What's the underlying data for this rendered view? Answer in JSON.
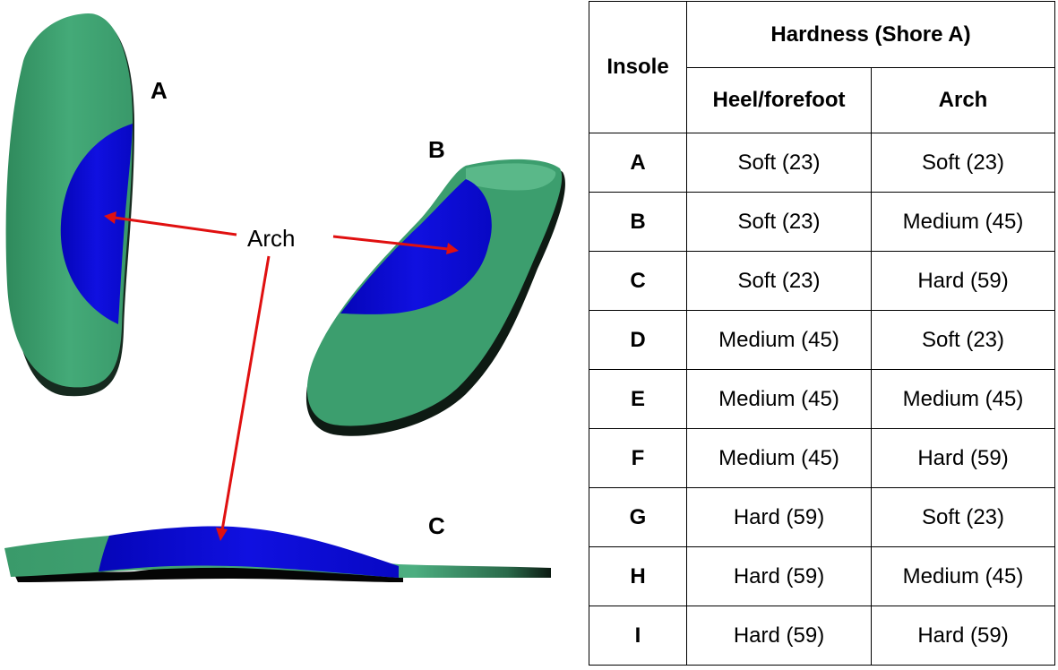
{
  "figure": {
    "insole_labels": [
      "A",
      "B",
      "C"
    ],
    "arch_label": "Arch"
  },
  "colors": {
    "base_green": "#3fa070",
    "arch_blue": "#0a0ad4",
    "arrow_red": "#e01010",
    "shadow": "#1a2a20"
  },
  "table": {
    "header_insole": "Insole",
    "header_hardness": "Hardness (Shore A)",
    "header_heel": "Heel/forefoot",
    "header_arch": "Arch",
    "rows": [
      {
        "insole": "A",
        "heel": "Soft (23)",
        "arch": "Soft (23)"
      },
      {
        "insole": "B",
        "heel": "Soft (23)",
        "arch": "Medium (45)"
      },
      {
        "insole": "C",
        "heel": "Soft (23)",
        "arch": "Hard (59)"
      },
      {
        "insole": "D",
        "heel": "Medium (45)",
        "arch": "Soft (23)"
      },
      {
        "insole": "E",
        "heel": "Medium (45)",
        "arch": "Medium (45)"
      },
      {
        "insole": "F",
        "heel": "Medium (45)",
        "arch": "Hard (59)"
      },
      {
        "insole": "G",
        "heel": "Hard (59)",
        "arch": "Soft (23)"
      },
      {
        "insole": "H",
        "heel": "Hard (59)",
        "arch": "Medium (45)"
      },
      {
        "insole": "I",
        "heel": "Hard (59)",
        "arch": "Hard (59)"
      }
    ]
  }
}
